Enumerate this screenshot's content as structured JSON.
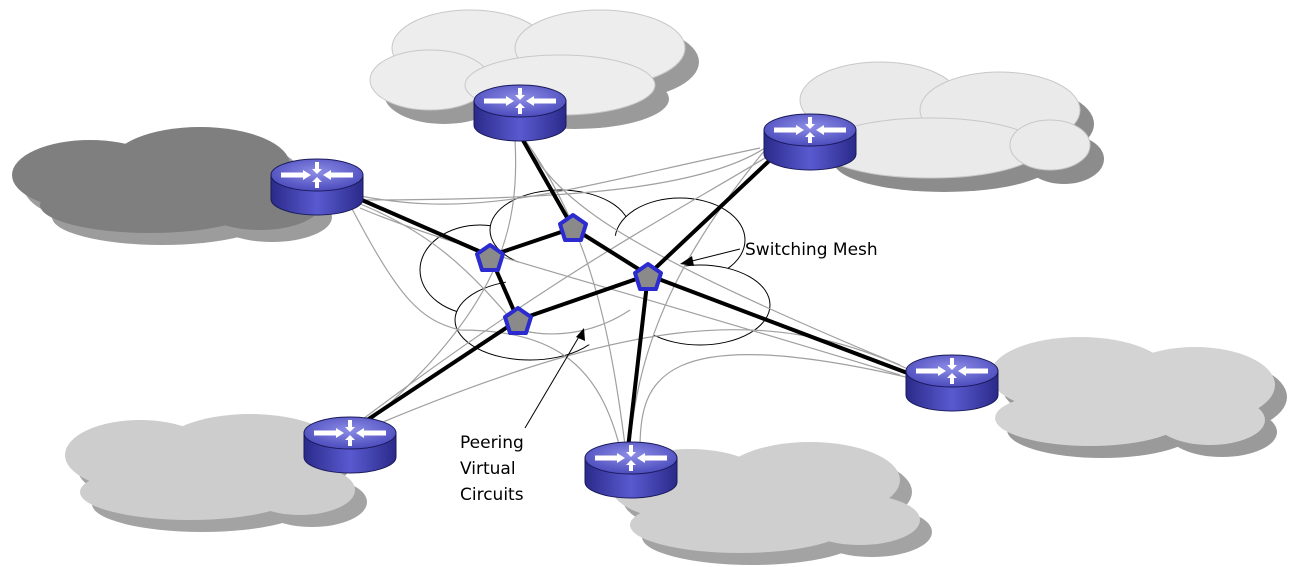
{
  "labels": {
    "switching_mesh": "Switching Mesh",
    "peering_line1": "Peering",
    "peering_line2": "Virtual",
    "peering_line3": "Circuits"
  },
  "icons": {
    "router": "router-icon",
    "switch": "switch-node-icon",
    "cloud": "cloud-icon"
  },
  "colors": {
    "router_top": "#6f6fd6",
    "router_side": "#2a2a8a",
    "switch_fill": "#8a8a8a",
    "switch_border": "#2b2bcf",
    "cloud_dark": "#7f7f7f",
    "cloud_mid": "#cfcfcf",
    "cloud_light": "#ededed"
  }
}
